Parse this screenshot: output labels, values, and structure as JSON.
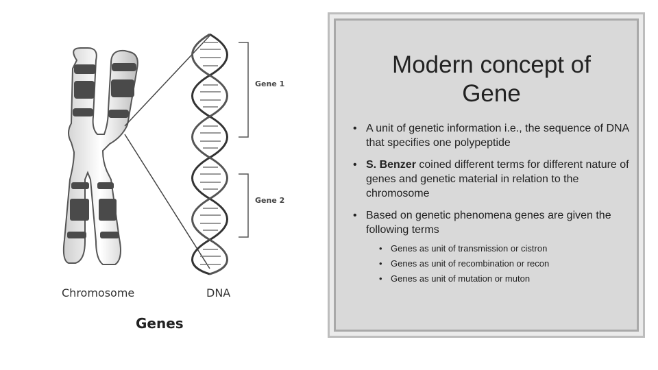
{
  "figure": {
    "chromosome_label": "Chromosome",
    "dna_label": "DNA",
    "genes_label": "Genes",
    "gene1_label": "Gene 1",
    "gene2_label": "Gene 2"
  },
  "slide": {
    "title_line1": "Modern concept of",
    "title_line2": "Gene",
    "bullets": [
      {
        "text": "A unit of genetic information i.e., the sequence of DNA that specifies one polypeptide"
      },
      {
        "bold": "S. Benzer",
        "rest": " coined different terms for different nature of genes and genetic material in relation to the chromosome"
      },
      {
        "text": "Based on genetic phenomena genes are given the following terms"
      }
    ],
    "sub_bullets": [
      "Genes as unit of transmission or cistron",
      "Genes as unit of recombination or recon",
      "Genes as unit of mutation or muton"
    ]
  },
  "colors": {
    "panel_bg": "#d9d9d9",
    "panel_border": "#a9a9a9",
    "band_dark": "#4a4a4a",
    "band_light": "#e8e8e8"
  }
}
